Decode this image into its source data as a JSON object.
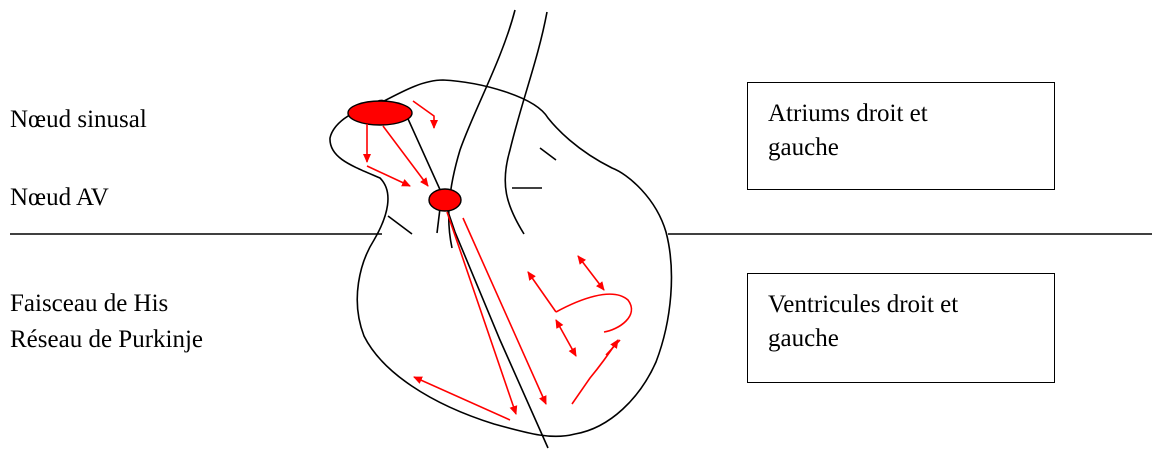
{
  "left_labels": {
    "sinus_node": "Nœud sinusal",
    "av_node": "Nœud AV",
    "his_bundle": "Faisceau de His",
    "purkinje": "Réseau de Purkinje"
  },
  "right_boxes": {
    "atria_line1": "Atriums droit et",
    "atria_line2": "gauche",
    "ventricles_line1": "Ventricules droit et",
    "ventricles_line2": "gauche"
  },
  "colors": {
    "conduction": "#ff0000",
    "outline": "#000000"
  }
}
